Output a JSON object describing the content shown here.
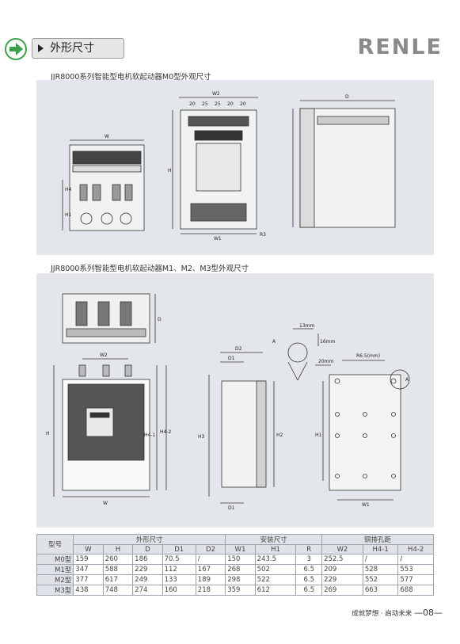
{
  "header": {
    "section_title": "外形尺寸",
    "logo": "RENLE",
    "accent_green": "#3aa04a"
  },
  "m0": {
    "caption": "JJR8000系列智能型电机软起动器M0型外观尺寸",
    "labels": {
      "w": "W",
      "w2": "W2",
      "w1": "W1",
      "h": "H",
      "h1": "H1",
      "h4": "H4",
      "d": "D",
      "r3": "R3",
      "d20a": "20",
      "d25a": "25",
      "d25b": "25",
      "d20b": "20",
      "d20c": "20"
    }
  },
  "m123": {
    "caption": "JJR8000系列智能型电机软起动器M1、M2、M3型外观尺寸",
    "labels": {
      "d": "D",
      "w2": "W2",
      "w": "W",
      "h": "H",
      "h41": "H4-1",
      "h42": "H4-2",
      "d1": "D1",
      "d2": "D2",
      "d1b": "D1",
      "h3": "H3",
      "h2": "H2",
      "h1": "H1",
      "w1": "W1",
      "a1": "A",
      "a2": "A",
      "d13": "13mm",
      "d16": "16mm",
      "d20": "20mm",
      "r65": "R6.5(mm)"
    }
  },
  "table": {
    "model_header": "型号",
    "groups": [
      "外形尺寸",
      "安装尺寸",
      "铜排孔距"
    ],
    "columns": [
      "W",
      "H",
      "D",
      "D1",
      "D2",
      "W1",
      "H1",
      "R",
      "W2",
      "H4-1",
      "H4-2"
    ],
    "rows": [
      {
        "model": "M0型",
        "cells": [
          "159",
          "260",
          "186",
          "70.5",
          "/",
          "150",
          "243.5",
          "3",
          "252.5",
          "/",
          "/"
        ]
      },
      {
        "model": "M1型",
        "cells": [
          "347",
          "588",
          "229",
          "112",
          "167",
          "268",
          "502",
          "6.5",
          "209",
          "528",
          "553"
        ]
      },
      {
        "model": "M2型",
        "cells": [
          "377",
          "617",
          "249",
          "133",
          "189",
          "298",
          "522",
          "6.5",
          "229",
          "552",
          "577"
        ]
      },
      {
        "model": "M3型",
        "cells": [
          "438",
          "748",
          "274",
          "160",
          "218",
          "359",
          "612",
          "6.5",
          "269",
          "663",
          "688"
        ]
      }
    ]
  },
  "footer": {
    "slogan": "成就梦想 · 启动未来",
    "page": "—08—"
  }
}
